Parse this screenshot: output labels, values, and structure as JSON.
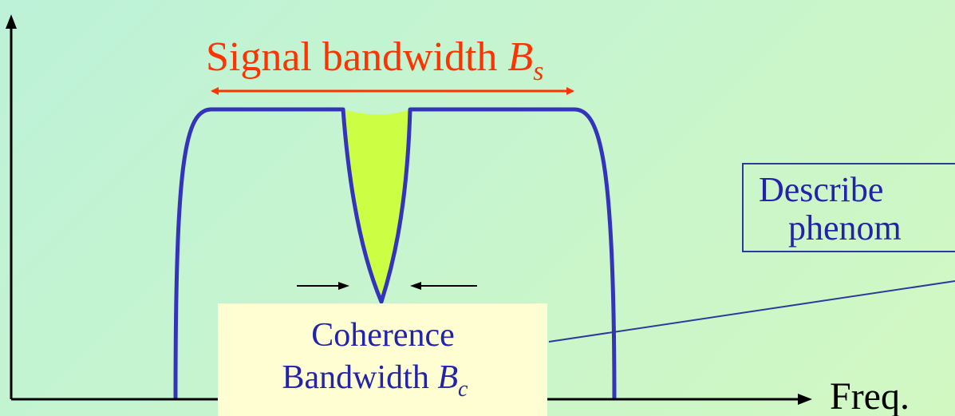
{
  "signal_bandwidth": {
    "text": "Signal bandwidth ",
    "symbol": "B",
    "subscript": "s",
    "color": "#ff3300"
  },
  "coherence_bandwidth": {
    "line1": "Coherence",
    "line2": "Bandwidth ",
    "symbol": "B",
    "subscript": "c",
    "text_color": "#2222aa",
    "box_fill": "#fefed2"
  },
  "describe_box": {
    "line1": "Describe",
    "line2": "phenom",
    "text_color": "#2222aa",
    "border_color": "#2d3a9c"
  },
  "axis": {
    "x_label": "Freq."
  },
  "colors": {
    "curve": "#3333bb",
    "notch_fill": "#ccff44",
    "axis": "#000000"
  }
}
